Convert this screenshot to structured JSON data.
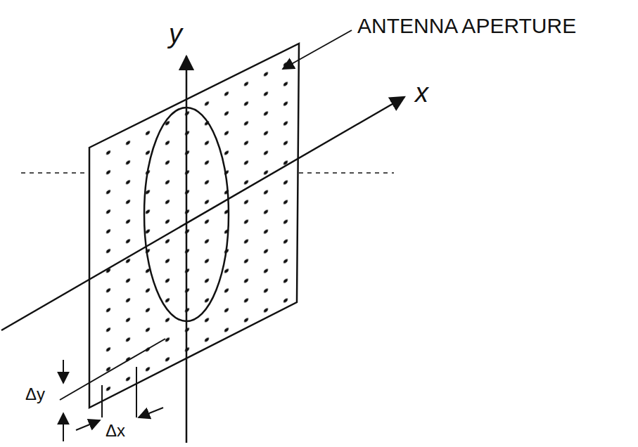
{
  "diagram": {
    "labels": [
      "ANTENNA APERTURE",
      "y",
      "x",
      "Δy",
      "Δx"
    ]
  }
}
